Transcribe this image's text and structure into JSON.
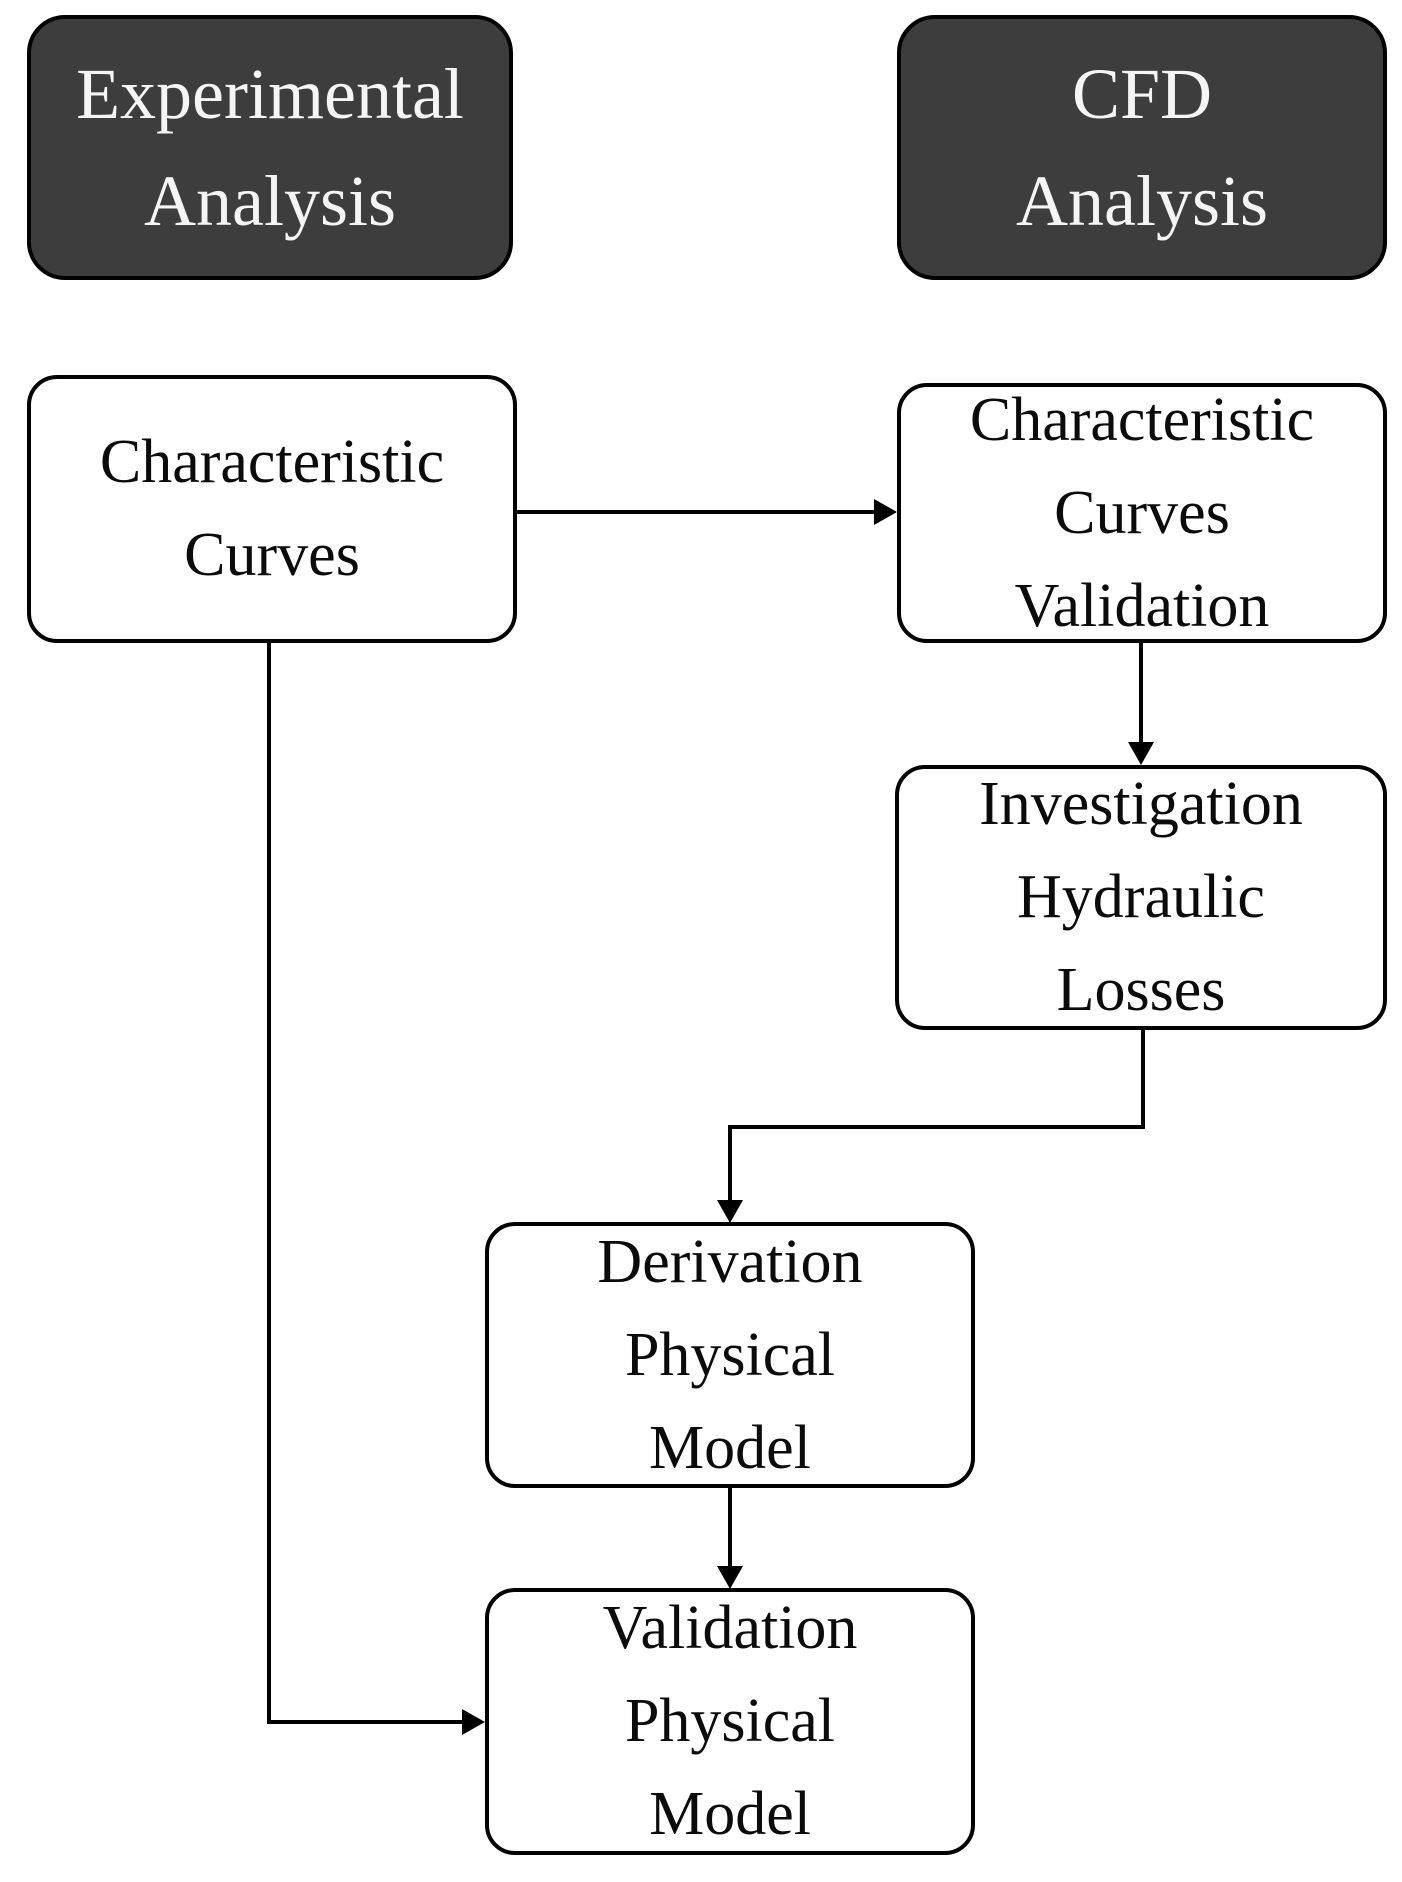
{
  "diagram": {
    "type": "flowchart",
    "colors": {
      "background": "#ffffff",
      "line": "#000000",
      "header_fill": "#3d3d3d",
      "header_text": "#f5f5f5",
      "node_fill": "#ffffff",
      "node_text": "#0b0b0b"
    },
    "nodes": {
      "experimental": {
        "label": "Experimental\nAnalysis",
        "role": "column-header"
      },
      "cfd": {
        "label": "CFD\nAnalysis",
        "role": "column-header"
      },
      "characteristic_curves": {
        "label": "Characteristic\nCurves",
        "role": "step"
      },
      "characteristic_curves_validation": {
        "label": "Characteristic\nCurves\nValidation",
        "role": "step"
      },
      "investigation_hydraulic_losses": {
        "label": "Investigation\nHydraulic\nLosses",
        "role": "step"
      },
      "derivation_physical_model": {
        "label": "Derivation\nPhysical\nModel",
        "role": "step"
      },
      "validation_physical_model": {
        "label": "Validation\nPhysical\nModel",
        "role": "step"
      }
    },
    "edges": [
      {
        "from": "characteristic_curves",
        "to": "characteristic_curves_validation",
        "style": "arrow"
      },
      {
        "from": "characteristic_curves_validation",
        "to": "investigation_hydraulic_losses",
        "style": "arrow"
      },
      {
        "from": "investigation_hydraulic_losses",
        "to": "derivation_physical_model",
        "style": "elbow-arrow"
      },
      {
        "from": "derivation_physical_model",
        "to": "validation_physical_model",
        "style": "arrow"
      },
      {
        "from": "characteristic_curves",
        "to": "validation_physical_model",
        "style": "elbow-arrow"
      }
    ]
  }
}
